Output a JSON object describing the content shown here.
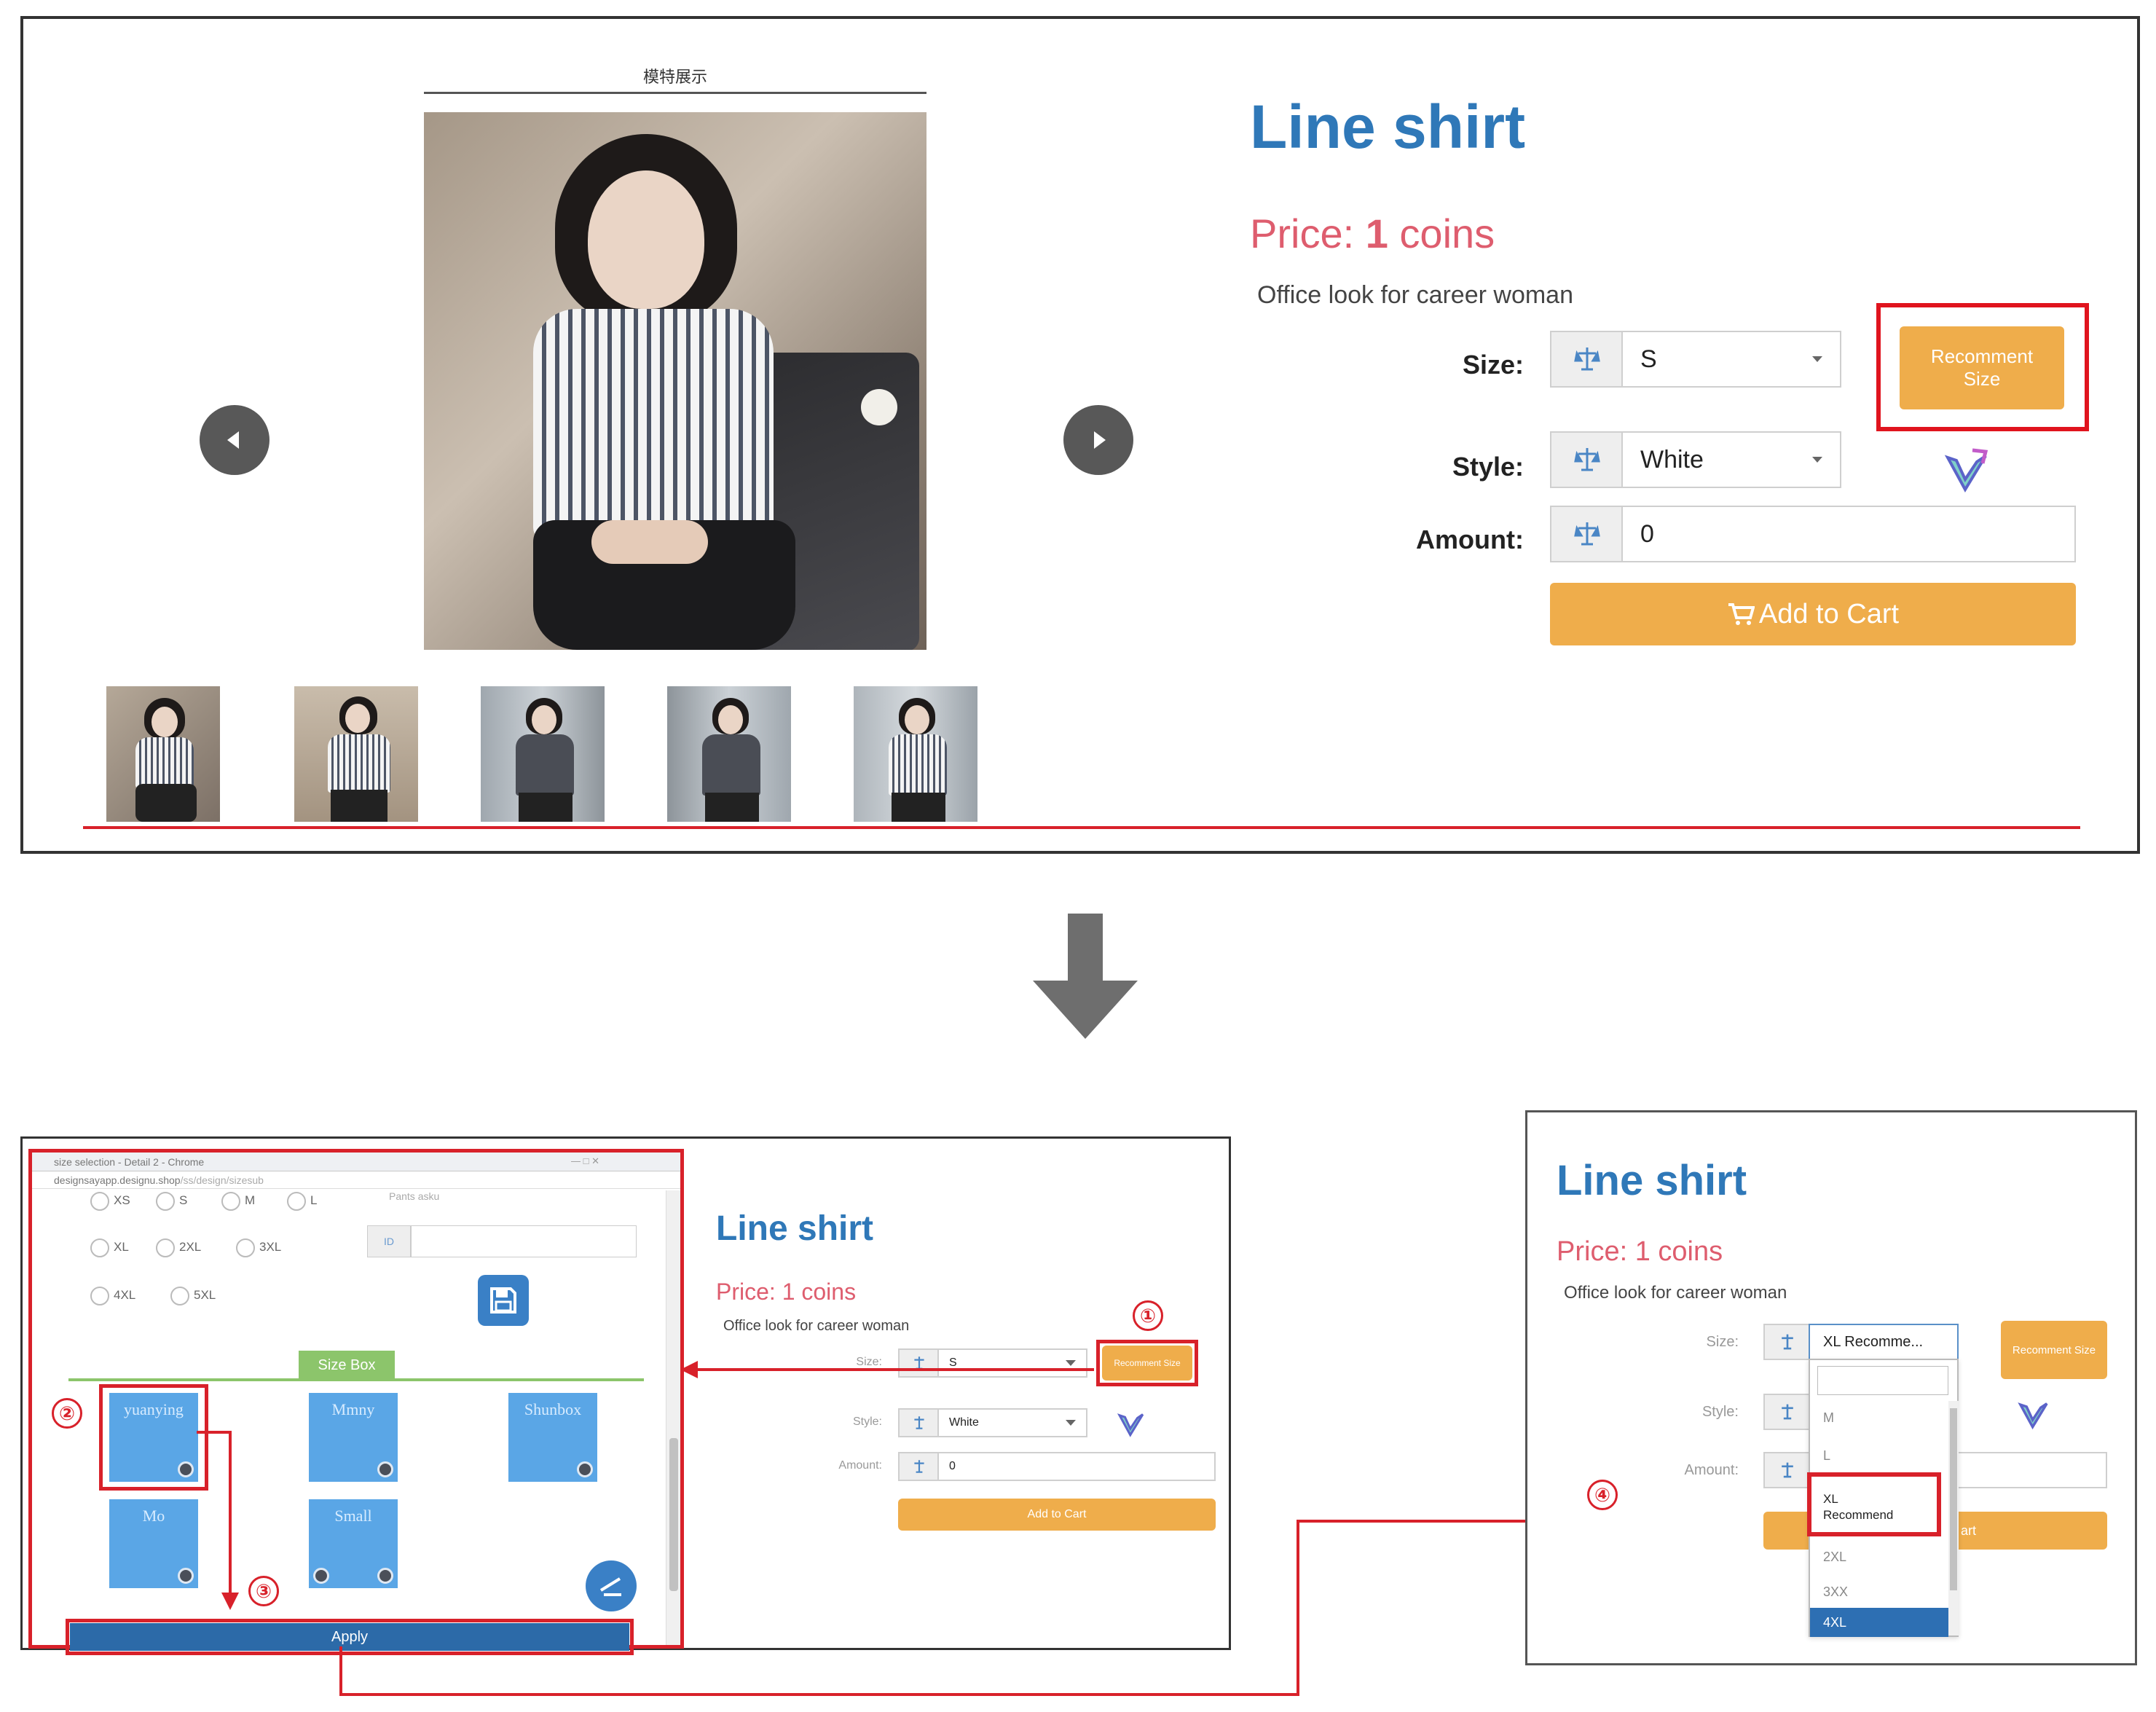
{
  "colors": {
    "title_blue": "#2f78b8",
    "price_red": "#de5d6e",
    "button_orange": "#efad4b",
    "highlight_red": "#e0141e",
    "tile_blue": "#5aa6e6",
    "apply_blue": "#2c6aa8",
    "sizebox_green": "#8cc56b"
  },
  "product": {
    "caption": "模特展示",
    "title": "Line shirt",
    "price_prefix": "Price: ",
    "price_value": "1",
    "price_unit": " coins",
    "description": "Office look for career woman",
    "size_label": "Size:",
    "size_value": "S",
    "style_label": "Style:",
    "style_value": "White",
    "amount_label": "Amount:",
    "amount_value": "0",
    "recommend_button": "Recomment Size",
    "add_to_cart": "Add to Cart",
    "cart_icon": "cart-icon",
    "addon_icon": "balance-icon",
    "body_icon": "body-measure-icon"
  },
  "nav": {
    "prev_icon": "chevron-left-icon",
    "next_icon": "chevron-right-icon"
  },
  "popup": {
    "window_title": "size selection - Detail 2 - Chrome",
    "url_host": "designsayapp.designu.shop",
    "url_path": "/ss/design/sizesub",
    "pants_label": "Pants asku",
    "size_options_row1": [
      "XS",
      "S",
      "M",
      "L"
    ],
    "size_options_row2": [
      "XL",
      "2XL",
      "3XL"
    ],
    "size_options_row3": [
      "4XL",
      "5XL"
    ],
    "pants_input_prefix": "ID",
    "save_icon": "save-icon",
    "size_box_label": "Size Box",
    "tiles": [
      "yuanying",
      "Mmny",
      "Shunbox",
      "Mo",
      "Small"
    ],
    "apply_label": "Apply"
  },
  "mini_product": {
    "title": "Line shirt",
    "price_prefix": "Price: ",
    "price_value": "1",
    "price_unit": " coins",
    "description": "Office look for career woman",
    "size_label": "Size:",
    "size_value": "S",
    "style_label": "Style:",
    "style_value": "White",
    "amount_label": "Amount:",
    "amount_value": "0",
    "recommend_button": "Recomment Size",
    "add_to_cart": "Add to Cart"
  },
  "result_product": {
    "title": "Line shirt",
    "price_prefix": "Price: ",
    "price_value": "1",
    "price_unit": " coins",
    "description": "Office look for career woman",
    "size_label": "Size:",
    "size_value": "XL Recomme...",
    "style_label": "Style:",
    "amount_label": "Amount:",
    "recommend_button": "Recomment Size",
    "add_to_cart_partial": "art",
    "dropdown_items": [
      "M",
      "L",
      "XL Recommend",
      "2XL",
      "3XX",
      "4XL"
    ],
    "dropdown_highlighted": "XL Recommend",
    "dropdown_selected": "4XL"
  },
  "callouts": [
    "①",
    "②",
    "③",
    "④"
  ]
}
